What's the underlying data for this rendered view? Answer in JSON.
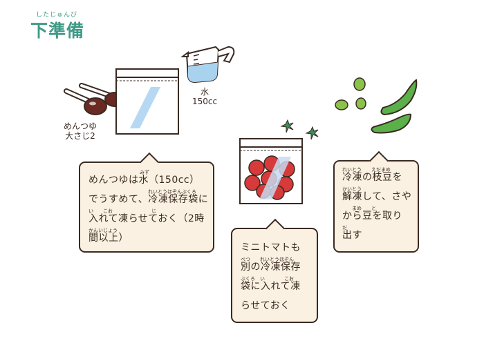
{
  "title": {
    "ruby": "したじゅんび",
    "text": "下準備"
  },
  "labels": {
    "water_name": "水",
    "water_amount": "150cc",
    "mentsuyu_name": "めんつゆ",
    "mentsuyu_amount": "大さじ2"
  },
  "step1": {
    "lines": [
      {
        "ruby": "みず",
        "text": "めんつゆは水（150cc）"
      },
      {
        "ruby": "れいとうほぞんぶくろ",
        "text": "でうすめて、冷凍保存袋に"
      },
      {
        "ruby": "い　　こお　　　　　　　　じ",
        "text": "入れて凍らせておく（2時"
      },
      {
        "ruby": "かんいじょう",
        "text": "間以上）"
      }
    ]
  },
  "step2": {
    "lines": [
      {
        "ruby": "",
        "text": "ミニトマトも"
      },
      {
        "ruby": "べつ　　れいとうほぞん",
        "text": "別の冷凍保存"
      },
      {
        "ruby": "ぶくろ　い　　　　こお",
        "text": "袋に入れて凍"
      },
      {
        "ruby": "",
        "text": "らせておく"
      }
    ]
  },
  "step3": {
    "lines": [
      {
        "ruby": "れいとう　　えだまめ",
        "text": "冷凍の枝豆を"
      },
      {
        "ruby": "かいとう",
        "text": "解凍して、さや"
      },
      {
        "ruby": "　　まめ　　と",
        "text": "から豆を取り"
      },
      {
        "ruby": "だ",
        "text": "出す"
      }
    ]
  },
  "colors": {
    "title": "#3f9a86",
    "bubble_fill": "#faf1e2",
    "outline": "#3a2a22",
    "tomato": "#d63a3a",
    "edamame": "#5bb04a",
    "water": "#a9d2ef"
  }
}
